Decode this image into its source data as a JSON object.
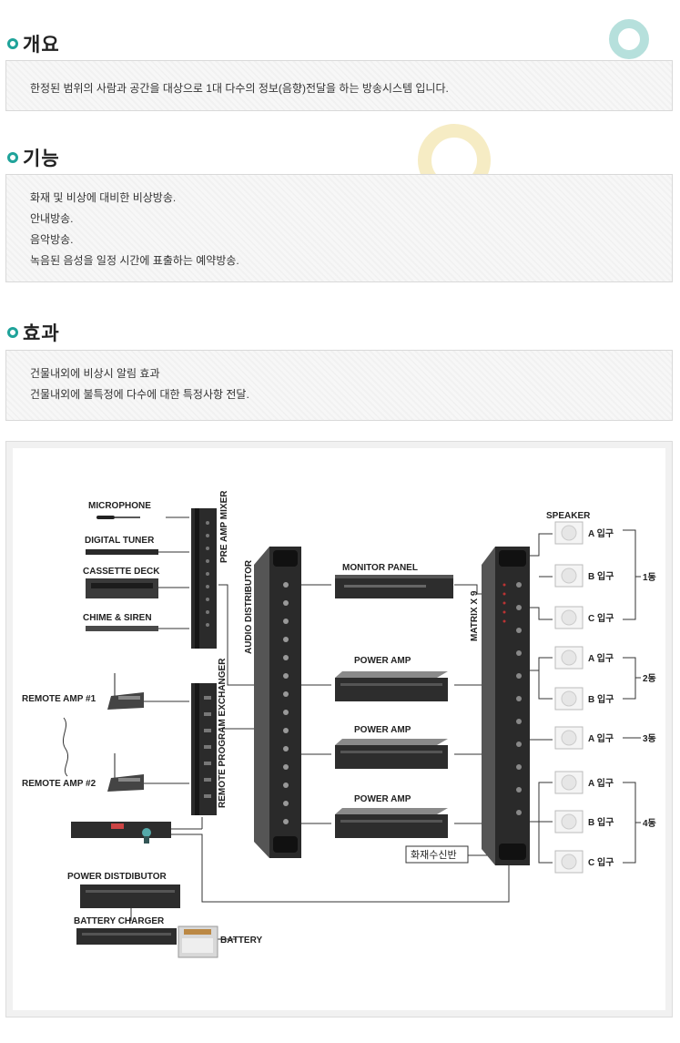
{
  "overview": {
    "title": "개요",
    "text": "한정된 범위의 사람과 공간을 대상으로 1대 다수의 정보(음향)전달을 하는 방송시스템 입니다."
  },
  "features": {
    "title": "기능",
    "items": [
      "화재 및 비상에 대비한 비상방송.",
      "안내방송.",
      "음악방송.",
      "녹음된 음성을 일정 시간에 표출하는 예약방송."
    ]
  },
  "effects": {
    "title": "효과",
    "items": [
      "건물내외에 비상시 알림 효과",
      "건물내외에 불특정에 다수에 대한 특정사항 전달."
    ]
  },
  "diagram": {
    "sources": {
      "microphone": "MICROPHONE",
      "digital_tuner": "DIGITAL TUNER",
      "cassette_deck": "CASSETTE DECK",
      "chime_siren": "CHIME & SIREN"
    },
    "remote": {
      "amp1": "REMOTE AMP  #1",
      "amp2": "REMOTE AMP  #2"
    },
    "units": {
      "pre_amp_mixer": "PRE AMP MIXER",
      "remote_program_exchanger": "REMOTE PROGRAM EXCHANGER",
      "audio_distributor": "AUDIO DISTRIBUTOR",
      "monitor_panel": "MONITOR PANEL",
      "power_amp_1": "POWER AMP",
      "power_amp_2": "POWER AMP",
      "power_amp_3": "POWER AMP",
      "matrix": "MATRIX X 9",
      "fire_receiver": "화재수신반",
      "power_distributor": "POWER DISTDIBUTOR",
      "battery_charger": "BATTERY CHARGER",
      "battery": "BATTERY"
    },
    "speaker_title": "SPEAKER",
    "speakers": [
      {
        "label": "A 입구"
      },
      {
        "label": "B 입구"
      },
      {
        "label": "C 입구"
      },
      {
        "label": "A 입구"
      },
      {
        "label": "B 입구"
      },
      {
        "label": "A 입구"
      },
      {
        "label": "A 입구"
      },
      {
        "label": "B 입구"
      },
      {
        "label": "C 입구"
      }
    ],
    "buildings": [
      "1동",
      "2동",
      "3동",
      "4동"
    ]
  }
}
